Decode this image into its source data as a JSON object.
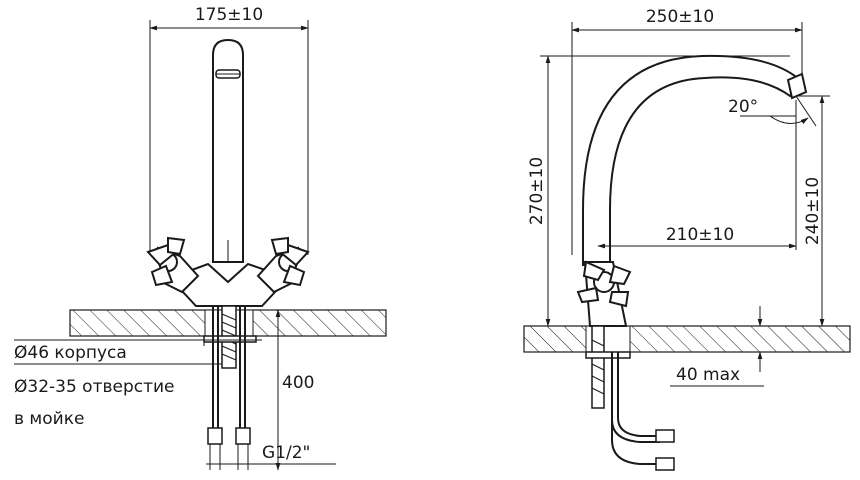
{
  "front_view": {
    "width_dim": "175±10",
    "hole_diameter_label": "Ø46 корпуса",
    "sink_hole_line1": "Ø32-35 отверстие",
    "sink_hole_line2": "в мойке",
    "hose_length": "400",
    "thread": "G1/2\""
  },
  "side_view": {
    "reach_dim": "250±10",
    "height_dim": "270±10",
    "angle": "20°",
    "spout_height_dim": "240±10",
    "spout_reach_dim": "210±10",
    "max_thickness": "40 max"
  }
}
